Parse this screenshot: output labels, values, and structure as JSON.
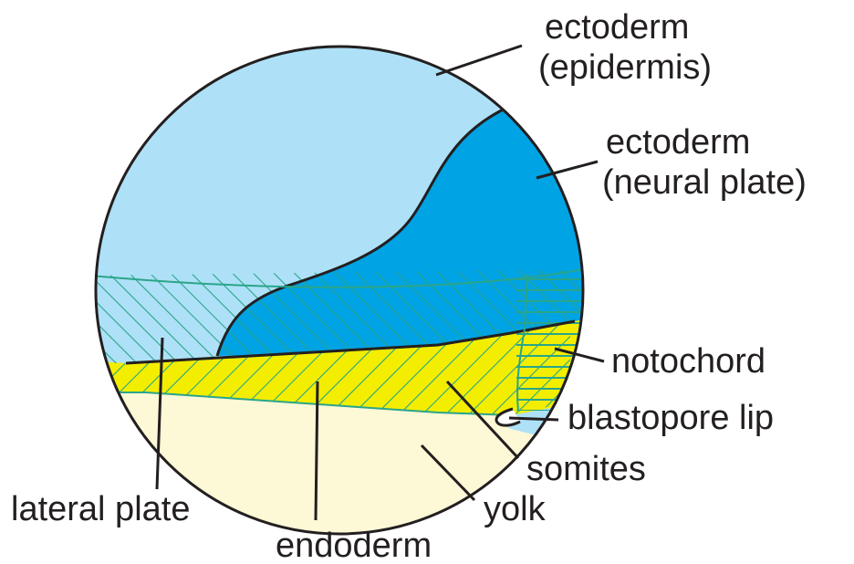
{
  "labels": {
    "ectoderm_epidermis": {
      "line1": "ectoderm",
      "line2": "(epidermis)"
    },
    "ectoderm_neural_plate": {
      "line1": "ectoderm",
      "line2": "(neural plate)"
    },
    "notochord": "notochord",
    "blastopore_lip": "blastopore lip",
    "somites": "somites",
    "yolk": "yolk",
    "lateral_plate": "lateral plate",
    "endoderm": "endoderm"
  },
  "colors": {
    "epidermis": "#aee1f7",
    "neural_plate": "#00a3e3",
    "endoderm_yellow": "#f3ee00",
    "yolk": "#fdf8d6",
    "mesoderm_hatch": "#2aa58a",
    "outline": "#231f20"
  }
}
